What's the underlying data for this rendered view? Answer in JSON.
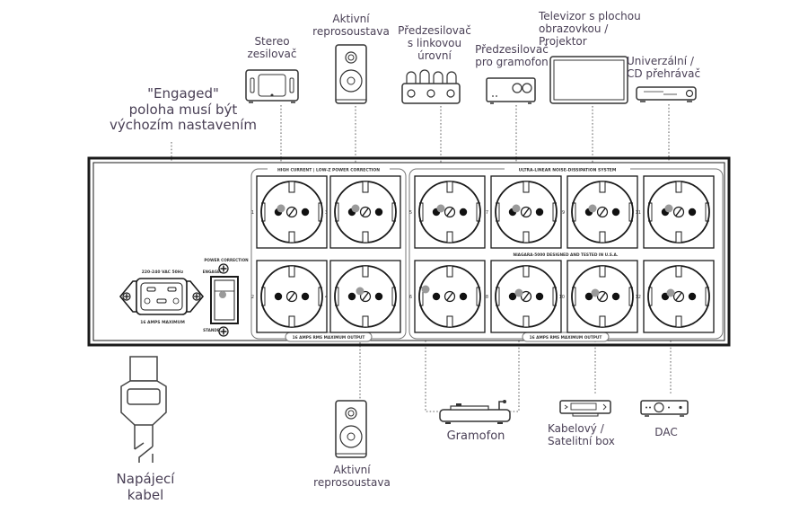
{
  "diagram": {
    "title": "Niagara 5000 rear panel connection diagram",
    "accent_colors": {
      "label_text": "#4a4056",
      "line": "#1a1a1a",
      "connector_dot": "#9a9a9a",
      "dotted_lead": "#9a9a9a"
    },
    "notes": {
      "engaged_note": "\"Engaged\"\npoloha musí být\nvýchozím nastavením"
    },
    "devices_top": [
      {
        "id": "stereo-amplifier",
        "label": "Stereo\nzesilovač",
        "icon": "amplifier-icon",
        "outlet": 1
      },
      {
        "id": "active-speaker-top",
        "label": "Aktivní\nreprosoustava",
        "icon": "speaker-icon",
        "outlet": 3
      },
      {
        "id": "line-preamp",
        "label": "Předzesilovač\ns linkovou\núrovní",
        "icon": "tube-preamp-icon",
        "outlet": 5
      },
      {
        "id": "phono-preamp",
        "label": "Předzesilovač\npro gramofon",
        "icon": "phono-preamp-icon",
        "outlet": 7
      },
      {
        "id": "tv-projector",
        "label": "Televizor s plochou\nobrazovkou /\nProjektor",
        "icon": "tv-icon",
        "outlet": 9
      },
      {
        "id": "cd-player",
        "label": "Univerzální /\nCD přehrávač",
        "icon": "cd-player-icon",
        "outlet": 11
      }
    ],
    "devices_bottom": [
      {
        "id": "power-cable",
        "label": "Napájecí\nkabel",
        "icon": "power-plug-icon"
      },
      {
        "id": "active-speaker-bottom",
        "label": "Aktivní\nreprosoustava",
        "icon": "speaker-icon",
        "outlet": 4
      },
      {
        "id": "turntable",
        "label": "Gramofon",
        "icon": "turntable-icon",
        "outlets": [
          6,
          8
        ]
      },
      {
        "id": "cable-sat-box",
        "label": "Kabelový /\nSatelitní box",
        "icon": "set-top-box-icon",
        "outlet": 10
      },
      {
        "id": "dac",
        "label": "DAC",
        "icon": "dac-icon",
        "outlet": 12
      }
    ],
    "panel": {
      "inlet_top_label": "220-240 VAC 50Hz",
      "inlet_bottom_label": "16 AMPS MAXIMUM",
      "switch_title": "POWER CORRECTION",
      "switch_engaged": "ENGAGED",
      "switch_standby": "STANDBY",
      "bank_left_title": "HIGH CURRENT | LOW-Z POWER CORRECTION",
      "bank_left_bottom": "16 AMPS RMS MAXIMUM OUTPUT",
      "bank_right_title": "ULTRA-LINEAR NOISE-DISSIPATION SYSTEM",
      "bank_right_middle": "NIAGARA-5000  DESIGNED AND TESTED IN U.S.A.",
      "bank_right_bottom": "16 AMPS RMS MAXIMUM OUTPUT",
      "outlet_numbers_top": [
        "1",
        "3",
        "5",
        "7",
        "9",
        "11"
      ],
      "outlet_numbers_bottom": [
        "2",
        "4",
        "6",
        "8",
        "10",
        "12"
      ]
    }
  }
}
